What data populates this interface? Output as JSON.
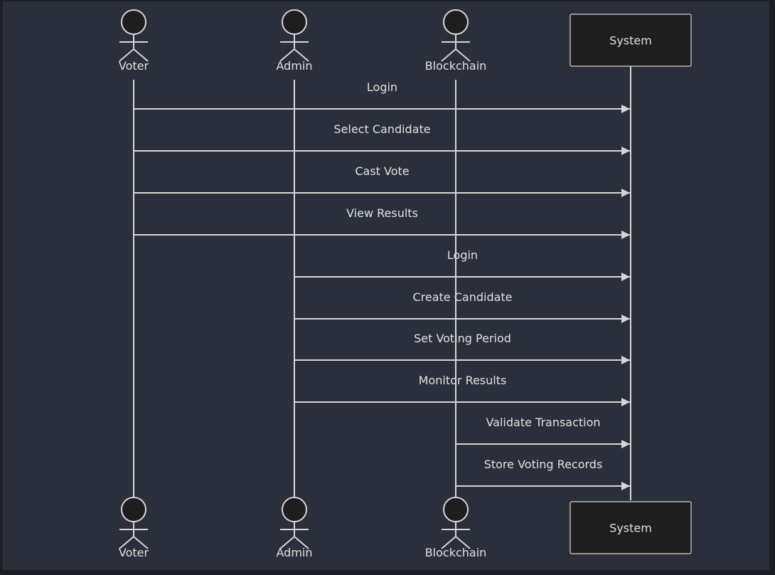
{
  "diagram": {
    "colors": {
      "background": "#2a2f3b",
      "border": "#1b1e24",
      "line": "#d6d6d6",
      "text": "#e0e0e0",
      "actor_fill": "#1e1e1e",
      "box_fill": "#1e1e1e"
    },
    "participants": [
      {
        "id": "voter",
        "label": "Voter",
        "kind": "actor"
      },
      {
        "id": "admin",
        "label": "Admin",
        "kind": "actor"
      },
      {
        "id": "blockchain",
        "label": "Blockchain",
        "kind": "actor"
      },
      {
        "id": "system",
        "label": "System",
        "kind": "box"
      }
    ],
    "messages": [
      {
        "from": "voter",
        "to": "system",
        "label": "Login"
      },
      {
        "from": "voter",
        "to": "system",
        "label": "Select Candidate"
      },
      {
        "from": "voter",
        "to": "system",
        "label": "Cast Vote"
      },
      {
        "from": "voter",
        "to": "system",
        "label": "View Results"
      },
      {
        "from": "admin",
        "to": "system",
        "label": "Login"
      },
      {
        "from": "admin",
        "to": "system",
        "label": "Create Candidate"
      },
      {
        "from": "admin",
        "to": "system",
        "label": "Set Voting Period"
      },
      {
        "from": "admin",
        "to": "system",
        "label": "Monitor Results"
      },
      {
        "from": "blockchain",
        "to": "system",
        "label": "Validate Transaction"
      },
      {
        "from": "blockchain",
        "to": "system",
        "label": "Store Voting Records"
      }
    ]
  }
}
